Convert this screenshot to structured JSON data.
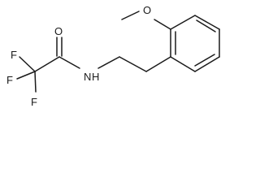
{
  "molecule": {
    "atoms": [
      {
        "id": "f_top",
        "label": "F"
      },
      {
        "id": "f_left",
        "label": "F"
      },
      {
        "id": "f_bottom",
        "label": "F"
      },
      {
        "id": "o_carbonyl",
        "label": "O"
      },
      {
        "id": "n_amide",
        "label": "N"
      },
      {
        "id": "h_amide",
        "label": "H"
      },
      {
        "id": "o_methoxy",
        "label": "O"
      }
    ]
  }
}
